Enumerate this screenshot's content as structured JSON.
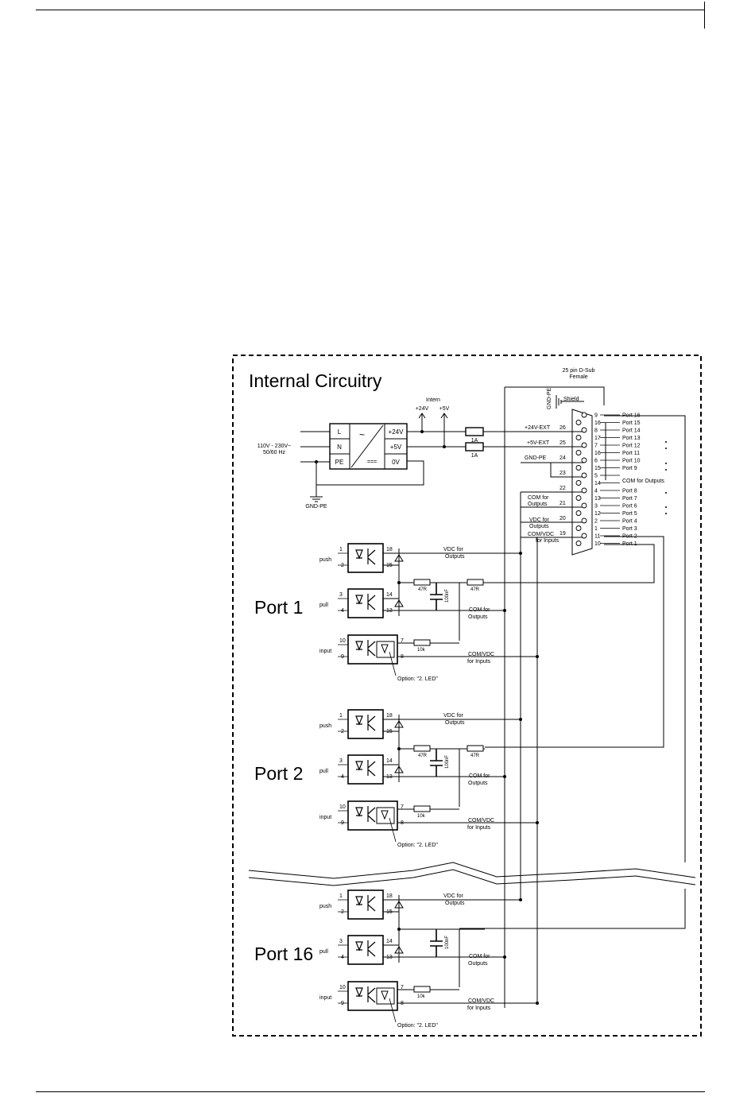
{
  "diagram": {
    "title": "Internal Circuitry",
    "dsub": {
      "title": "25 pin D-Sub",
      "subtitle": "Female",
      "shield": "Shield",
      "gnd_pe": "GND-PE"
    },
    "power": {
      "input_voltage": "110V - 230V~",
      "input_freq": "50/60 Hz",
      "terminals_in": [
        "L",
        "N",
        "PE"
      ],
      "terminals_out": [
        "+24V",
        "+5V",
        "0V"
      ],
      "tilde": "~",
      "dc": "===",
      "intern": "Intern",
      "v24": "+24V",
      "v5": "+5V",
      "fuse": "1A",
      "gnd_pe": "GND-PE"
    },
    "nets": {
      "ext24": "+24V-EXT",
      "ext5": "+5V-EXT",
      "gndpe": "GND-PE",
      "com_for": "COM for",
      "outputs": "Outputs",
      "vdc_for": "VDC for",
      "comvdc": "COM/VDC",
      "for_inputs": "for Inputs",
      "com_for_outputs": "COM for Outputs"
    },
    "pins_col1": [
      "9",
      "16",
      "8",
      "17",
      "7",
      "16",
      "6",
      "15",
      "5",
      "14",
      "4",
      "13",
      "3",
      "12",
      "2",
      "1",
      "11",
      "10"
    ],
    "pin_ext24": "26",
    "pin_ext5": "25",
    "pin_gndpe": "24",
    "pin_23": "23",
    "pin_22": "22",
    "pin_21": "21",
    "pin_20": "20",
    "pin_19": "19",
    "port_labels": [
      "Port 16",
      "Port 15",
      "Port 14",
      "Port 13",
      "Port 12",
      "Port 11",
      "Port 10",
      "Port 9",
      "Port 8",
      "Port 7",
      "Port 6",
      "Port 5",
      "Port 4",
      "Port 3",
      "Port 2",
      "Port 1"
    ],
    "ports": [
      {
        "name": "Port 1"
      },
      {
        "name": "Port 2"
      },
      {
        "name": "Port 16"
      }
    ],
    "channel": {
      "push": "push",
      "pull": "pull",
      "input": "input",
      "push_pins": [
        "1",
        "2",
        "18",
        "15"
      ],
      "pull_pins": [
        "3",
        "4",
        "14",
        "13"
      ],
      "input_pins": [
        "10",
        "9",
        "7",
        "8"
      ],
      "r47": "47R",
      "r10k": "10k",
      "cap": "100nF",
      "option": "Option: \"2. LED\""
    }
  }
}
